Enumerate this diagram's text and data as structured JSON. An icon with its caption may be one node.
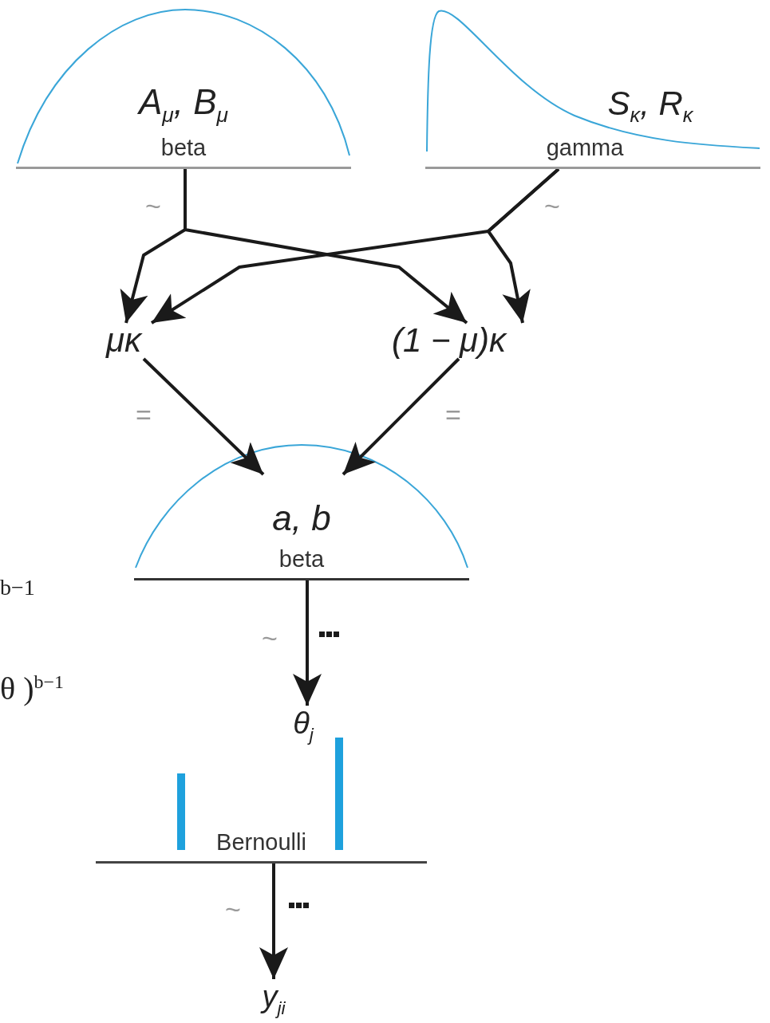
{
  "diagram": {
    "nodes": [
      {
        "text": [
          "A$_{μ}$, B$_{μ}$",
          "beta"
        ]
      },
      {
        "text": [
          "S$_{κ}$, R$_{κ}$",
          "gamma"
        ]
      },
      {
        "text": [
          "μκ"
        ]
      },
      {
        "text": [
          "(1 − μ)κ"
        ]
      },
      {
        "text": [
          "a, b",
          "beta"
        ]
      },
      {
        "text": [
          "θ$_{j}$"
        ]
      },
      {
        "text": [
          "Bernoulli"
        ]
      },
      {
        "text": [
          "y$_{ji}$"
        ]
      }
    ],
    "edges": [
      {
        "from": 0,
        "to": 2,
        "arrow": "to",
        "label": "~"
      },
      {
        "from": 0,
        "to": 3,
        "arrow": "to"
      },
      {
        "from": 1,
        "to": 2,
        "arrow": "to"
      },
      {
        "from": 1,
        "to": 3,
        "arrow": "to",
        "label": "~"
      },
      {
        "from": 2,
        "to": 4,
        "arrow": "to",
        "label": "="
      },
      {
        "from": 3,
        "to": 4,
        "arrow": "to",
        "label": "="
      },
      {
        "from": 4,
        "to": 5,
        "arrow": "to",
        "label": "~"
      },
      {
        "from": 6,
        "to": 7,
        "arrow": "to",
        "label": "~"
      }
    ],
    "labels": [
      "b−1",
      "θ )$^{b−1}$"
    ]
  }
}
